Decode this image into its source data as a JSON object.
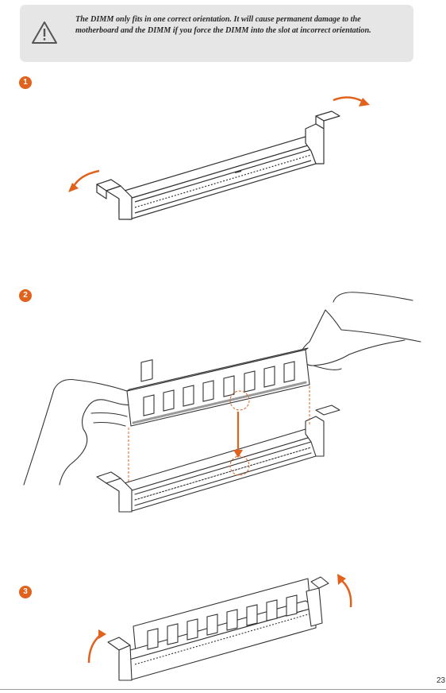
{
  "caution": {
    "icon": "warning-triangle-icon",
    "text": "The DIMM only fits in one correct orientation. It will cause permanent damage to the motherboard and the DIMM if you force the DIMM into the slot at incorrect orientation."
  },
  "steps": [
    {
      "number": "1",
      "illustration": "open-dimm-slot-latches"
    },
    {
      "number": "2",
      "illustration": "insert-dimm-aligned-with-notch"
    },
    {
      "number": "3",
      "illustration": "press-dimm-until-latches-close"
    }
  ],
  "colors": {
    "accent": "#e0621d",
    "panel": "#e6e6e6",
    "line": "#333333"
  },
  "page_number": "23"
}
